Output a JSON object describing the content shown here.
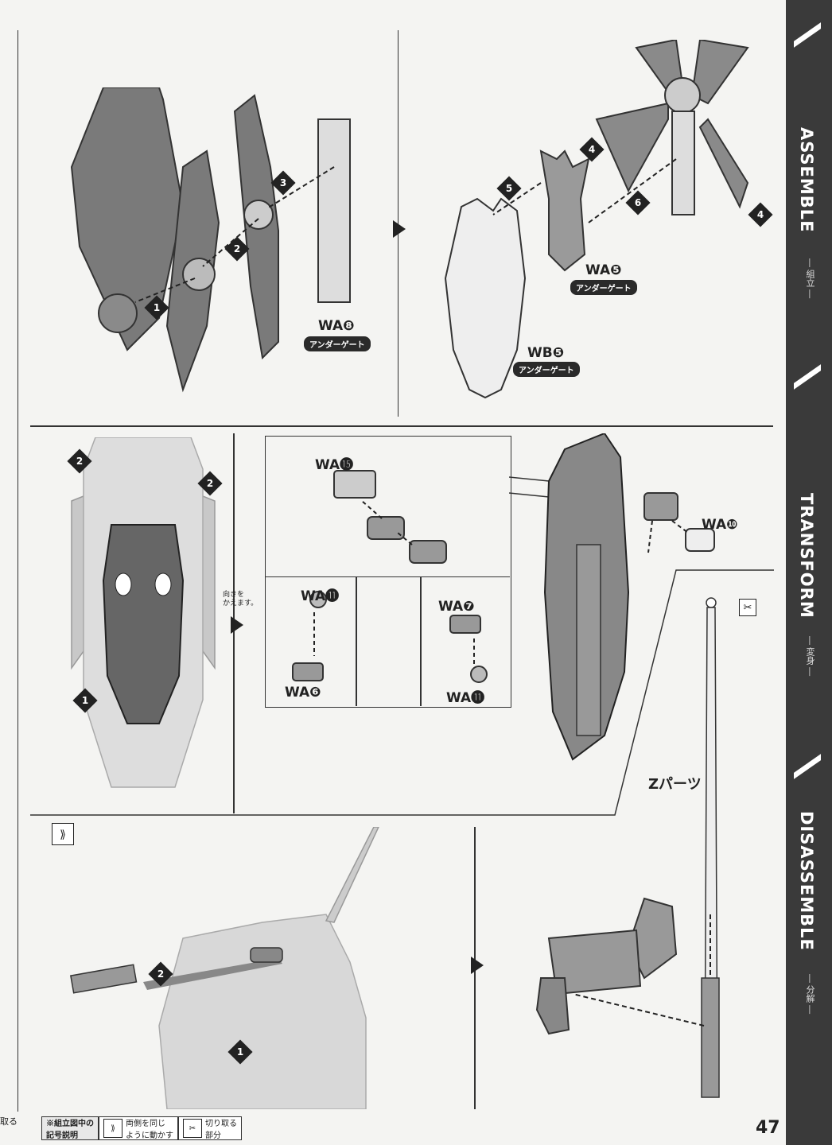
{
  "sidebar": {
    "assemble": {
      "title": "ASSEMBLE",
      "sub": "— 組立 —"
    },
    "transform": {
      "title": "TRANSFORM",
      "sub": "— 変身 —"
    },
    "disassemble": {
      "title": "DISASSEMBLE",
      "sub": "— 分解 —"
    }
  },
  "panel_a": {
    "steps": [
      "1",
      "2",
      "3"
    ],
    "part_wa8": "WA❽",
    "gate_wa8": "アンダーゲート"
  },
  "panel_b": {
    "steps": [
      "4",
      "5",
      "6",
      "4"
    ],
    "part_wa5": "WA❺",
    "gate_wa5": "アンダーゲート",
    "part_wb5": "WB❺",
    "gate_wb5": "アンダーゲート"
  },
  "panel_c": {
    "steps": [
      "2",
      "2",
      "1"
    ],
    "turn_note": "向きを\nかえます。"
  },
  "panel_d": {
    "part_wa15": "WA⓯",
    "part_wa11a": "WA⓫",
    "part_wa6": "WA❻",
    "part_wa7": "WA❼",
    "part_wa11b": "WA⓫"
  },
  "panel_e": {
    "part_wa10": "WA❿",
    "z_parts": "Zパーツ"
  },
  "panel_f": {
    "steps": [
      "2",
      "1"
    ]
  },
  "left_cut_label": "取る",
  "footer": {
    "legend_title": "※組立図中の\n記号説明",
    "legend_move": "両側を同じ\nように動かす",
    "legend_cut": "切り取る\n部分",
    "page_number": "47"
  }
}
